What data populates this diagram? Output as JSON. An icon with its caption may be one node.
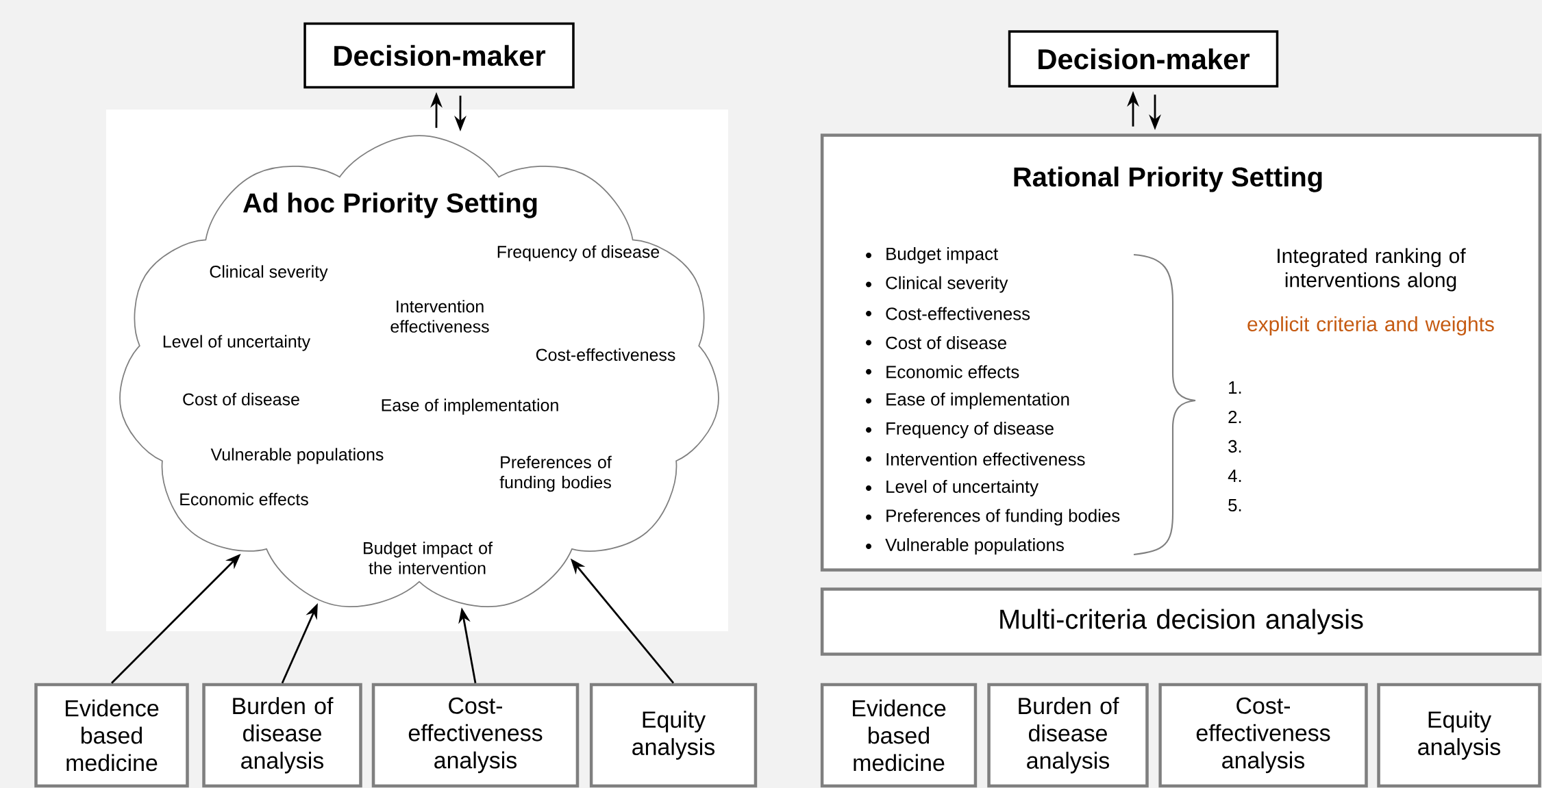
{
  "diagram": {
    "nodes": [
      {
        "text": [
          "Decision-maker"
        ]
      },
      {
        "text": [
          "Ad hoc Priority Setting",
          "Clinical severity",
          "Frequency of disease",
          "Intervention effectiveness",
          "Level of uncertainty",
          "Cost-effectiveness",
          "Cost of disease",
          "Ease of implementation",
          "Vulnerable populations",
          "Preferences of funding bodies",
          "Economic effects",
          "Budget impact of the intervention"
        ]
      },
      {
        "text": [
          "Evidence based medicine"
        ]
      },
      {
        "text": [
          "Burden of disease analysis"
        ]
      },
      {
        "text": [
          "Cost-effectiveness analysis"
        ]
      },
      {
        "text": [
          "Equity analysis"
        ]
      },
      {
        "text": [
          "Decision-maker"
        ]
      },
      {
        "text": [
          "Rational Priority Setting",
          "Budget impact",
          "Clinical severity",
          "Cost-effectiveness",
          "Cost of disease",
          "Economic effects",
          "Ease of implementation",
          "Frequency of disease",
          "Intervention effectiveness",
          "Level of uncertainty",
          "Preferences of funding bodies",
          "Vulnerable populations",
          "Integrated ranking of interventions along",
          "explicit criteria and weights",
          "1.",
          "2.",
          "3.",
          "4.",
          "5."
        ]
      },
      {
        "text": [
          "Multi-criteria decision analysis"
        ]
      },
      {
        "text": [
          "Evidence based medicine"
        ]
      },
      {
        "text": [
          "Burden of disease analysis"
        ]
      },
      {
        "text": [
          "Cost-effectiveness analysis"
        ]
      },
      {
        "text": [
          "Equity analysis"
        ]
      }
    ],
    "edges": [
      {
        "from": 1,
        "to": 0,
        "arrow": "to"
      },
      {
        "from": 0,
        "to": 1,
        "arrow": "to"
      },
      {
        "from": 2,
        "to": 1,
        "arrow": "to"
      },
      {
        "from": 3,
        "to": 1,
        "arrow": "to"
      },
      {
        "from": 4,
        "to": 1,
        "arrow": "to"
      },
      {
        "from": 5,
        "to": 1,
        "arrow": "to"
      },
      {
        "from": 7,
        "to": 6,
        "arrow": "to"
      },
      {
        "from": 6,
        "to": 7,
        "arrow": "to"
      }
    ]
  }
}
